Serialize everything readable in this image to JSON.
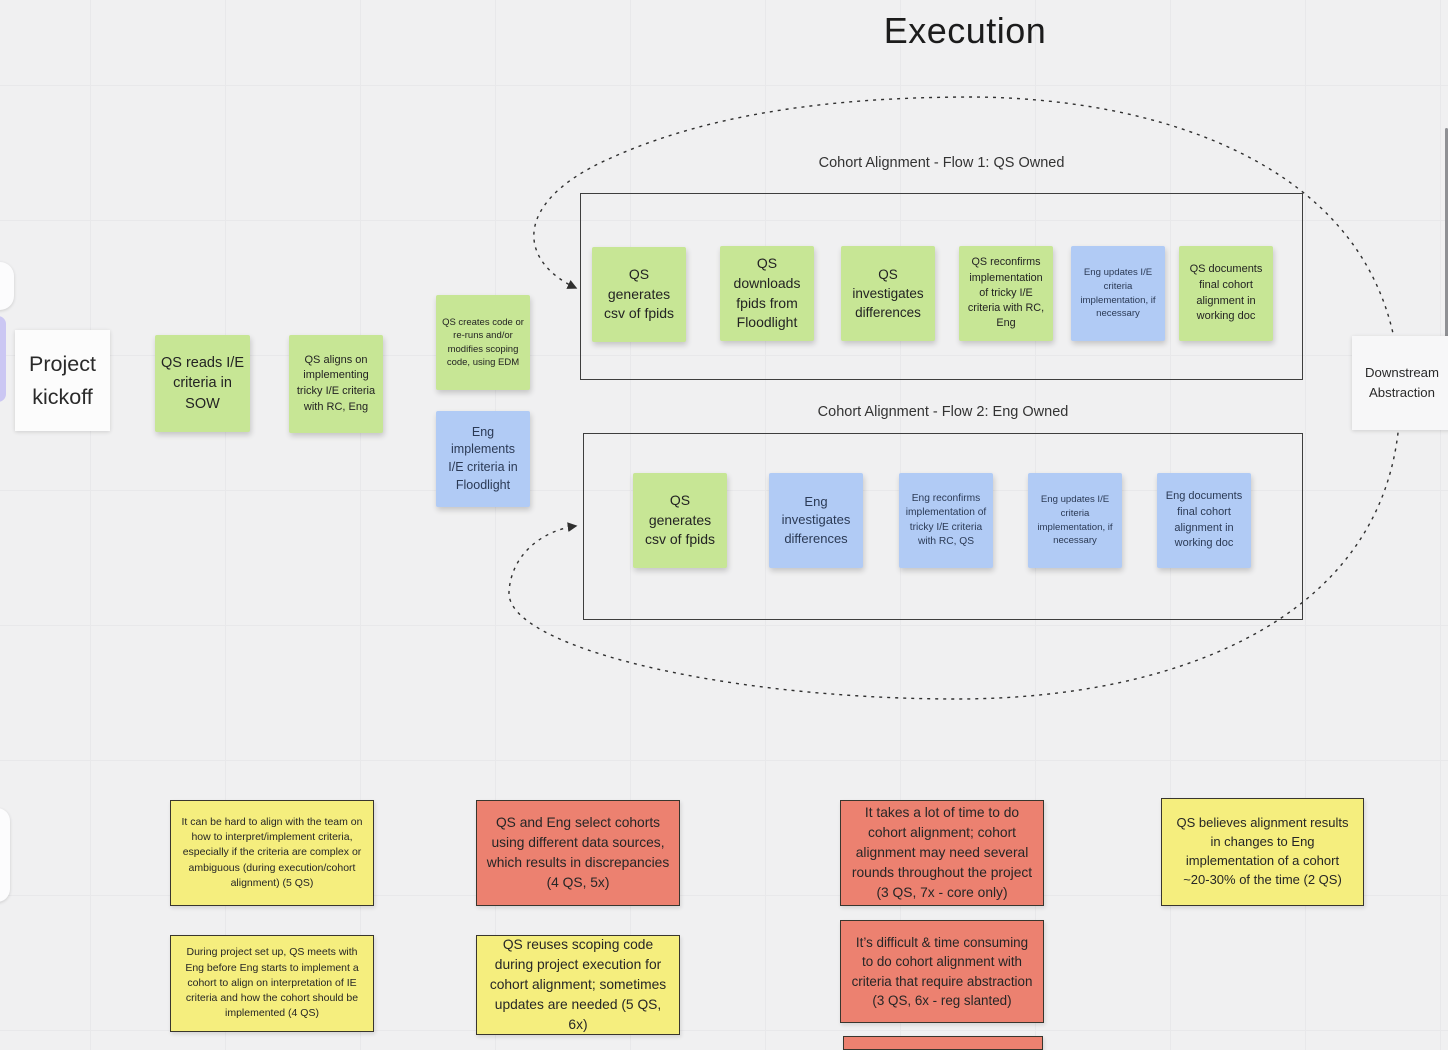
{
  "title": "Execution",
  "palette": {
    "sticky_green": "#c7e695",
    "sticky_blue": "#b1cbf5",
    "sticky_yellow": "#f5ee7e",
    "sticky_red": "#ec8170",
    "frame_border": "#3e3e3e",
    "background": "#f0f0f1"
  },
  "kickoff_label": "Project kickoff",
  "pre_steps": [
    {
      "text": "QS reads I/E criteria in SOW",
      "color": "green"
    },
    {
      "text": "QS aligns on implementing tricky I/E criteria with RC, Eng",
      "color": "green"
    },
    {
      "text": "QS creates code or re-runs and/or modifies scoping code, using EDM",
      "color": "green"
    },
    {
      "text": "Eng implements I/E criteria in Floodlight",
      "color": "blue"
    }
  ],
  "flow1": {
    "label": "Cohort Alignment - Flow 1: QS Owned",
    "notes": [
      {
        "text": "QS generates csv of fpids",
        "color": "green"
      },
      {
        "text": "QS downloads fpids from Floodlight",
        "color": "green"
      },
      {
        "text": "QS investigates differences",
        "color": "green"
      },
      {
        "text": "QS reconfirms implementation of tricky I/E criteria with RC, Eng",
        "color": "green"
      },
      {
        "text": "Eng updates I/E criteria implementation, if necessary",
        "color": "blue"
      },
      {
        "text": "QS documents final cohort alignment in working doc",
        "color": "green"
      }
    ]
  },
  "flow2": {
    "label": "Cohort Alignment - Flow 2: Eng Owned",
    "notes": [
      {
        "text": "QS generates csv of fpids",
        "color": "green"
      },
      {
        "text": "Eng investigates differences",
        "color": "blue"
      },
      {
        "text": "Eng reconfirms implementation of tricky I/E criteria with RC, QS",
        "color": "blue"
      },
      {
        "text": "Eng updates I/E criteria implementation, if necessary",
        "color": "blue"
      },
      {
        "text": "Eng documents final cohort alignment in working doc",
        "color": "blue"
      }
    ]
  },
  "downstream_label": "Downstream Abstraction",
  "insights_row1": [
    {
      "text": "It can be hard to align with the team on how to interpret/implement criteria, especially if the criteria are complex or ambiguous (during execution/cohort alignment) (5 QS)",
      "color": "yellow"
    },
    {
      "text": "QS and Eng select cohorts using different data sources, which results in discrepancies (4 QS, 5x)",
      "color": "red"
    },
    {
      "text": "It takes a lot of time to do cohort alignment; cohort alignment may need several rounds throughout the project (3 QS, 7x - core only)",
      "color": "red"
    },
    {
      "text": "QS believes alignment results in changes to Eng implementation of a cohort ~20-30% of the time (2 QS)",
      "color": "yellow"
    }
  ],
  "insights_row2": [
    {
      "text": "During project set up, QS meets with Eng before Eng starts to implement a cohort to align on interpretation of IE criteria and how the cohort should be implemented (4 QS)",
      "color": "yellow"
    },
    {
      "text": "QS reuses scoping code during project execution for cohort alignment; sometimes updates are needed (5 QS, 6x)",
      "color": "yellow"
    },
    {
      "text": "It’s difficult & time consuming to do cohort alignment with criteria that require abstraction (3 QS, 6x - reg slanted)",
      "color": "red"
    }
  ],
  "partial_note": {
    "color": "red"
  }
}
